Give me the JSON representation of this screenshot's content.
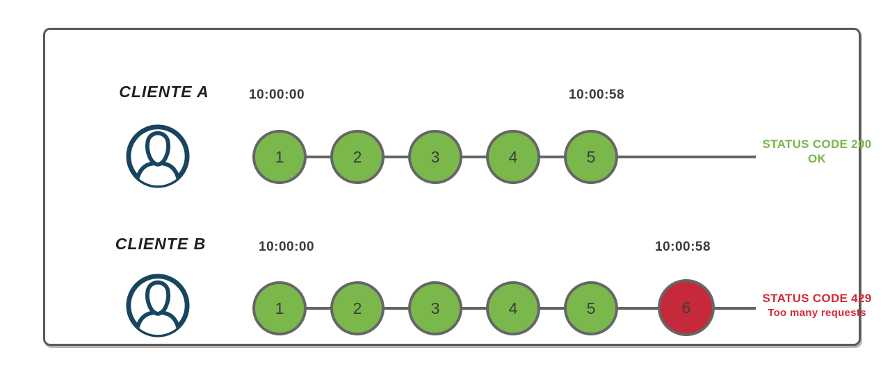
{
  "rows": [
    {
      "client": "CLIENTE A",
      "start_time": "10:00:00",
      "end_time": "10:00:58",
      "requests": [
        "1",
        "2",
        "3",
        "4",
        "5"
      ],
      "status": {
        "code_line": "STATUS CODE 200",
        "detail_line": "OK"
      }
    },
    {
      "client": "CLIENTE B",
      "start_time": "10:00:00",
      "end_time": "10:00:58",
      "requests": [
        "1",
        "2",
        "3",
        "4",
        "5",
        "6"
      ],
      "status": {
        "code_line": "STATUS CODE 429",
        "detail_line": "Too many requests"
      }
    }
  ],
  "icons": {
    "client_a": "user-icon",
    "client_b": "user-icon"
  },
  "colors": {
    "green_fill": "#7bb84c",
    "red_fill": "#c5293a",
    "circle_border": "#666666",
    "wire": "#646464",
    "green_text": "#7ab648",
    "red_text": "#d22b35",
    "navy": "#17455f",
    "frame_border": "#595959",
    "time_color": "#3a3a3a",
    "number_color": "#3c3c3c",
    "label_color": "#1f1f1f"
  }
}
